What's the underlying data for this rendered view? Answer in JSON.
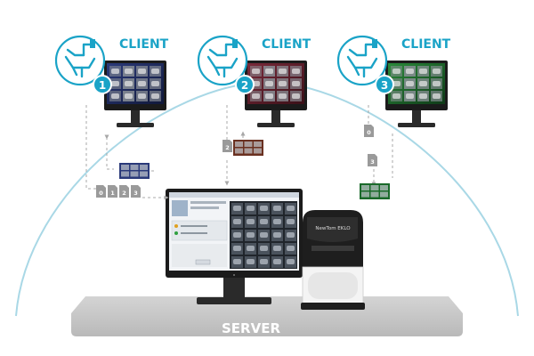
{
  "clients": [
    {
      "label": "CLIENT",
      "number": "1",
      "screen_theme": "#1f2a57"
    },
    {
      "label": "CLIENT",
      "number": "2",
      "screen_theme": "#5a1f2a"
    },
    {
      "label": "CLIENT",
      "number": "3",
      "screen_theme": "#1a5a2a"
    }
  ],
  "packets_left": [
    "0",
    "1",
    "2",
    "3"
  ],
  "packet_mid": "2",
  "packets_right": [
    "0",
    "3"
  ],
  "server_label": "SERVER",
  "device_brand": "NewTom EKLO",
  "colors": {
    "accent": "#1aa3c7",
    "dome": "#a9d8e6",
    "platform": "#c9c9c9",
    "packet": "#9a9a9a",
    "dashed": "#a8a8a8"
  }
}
